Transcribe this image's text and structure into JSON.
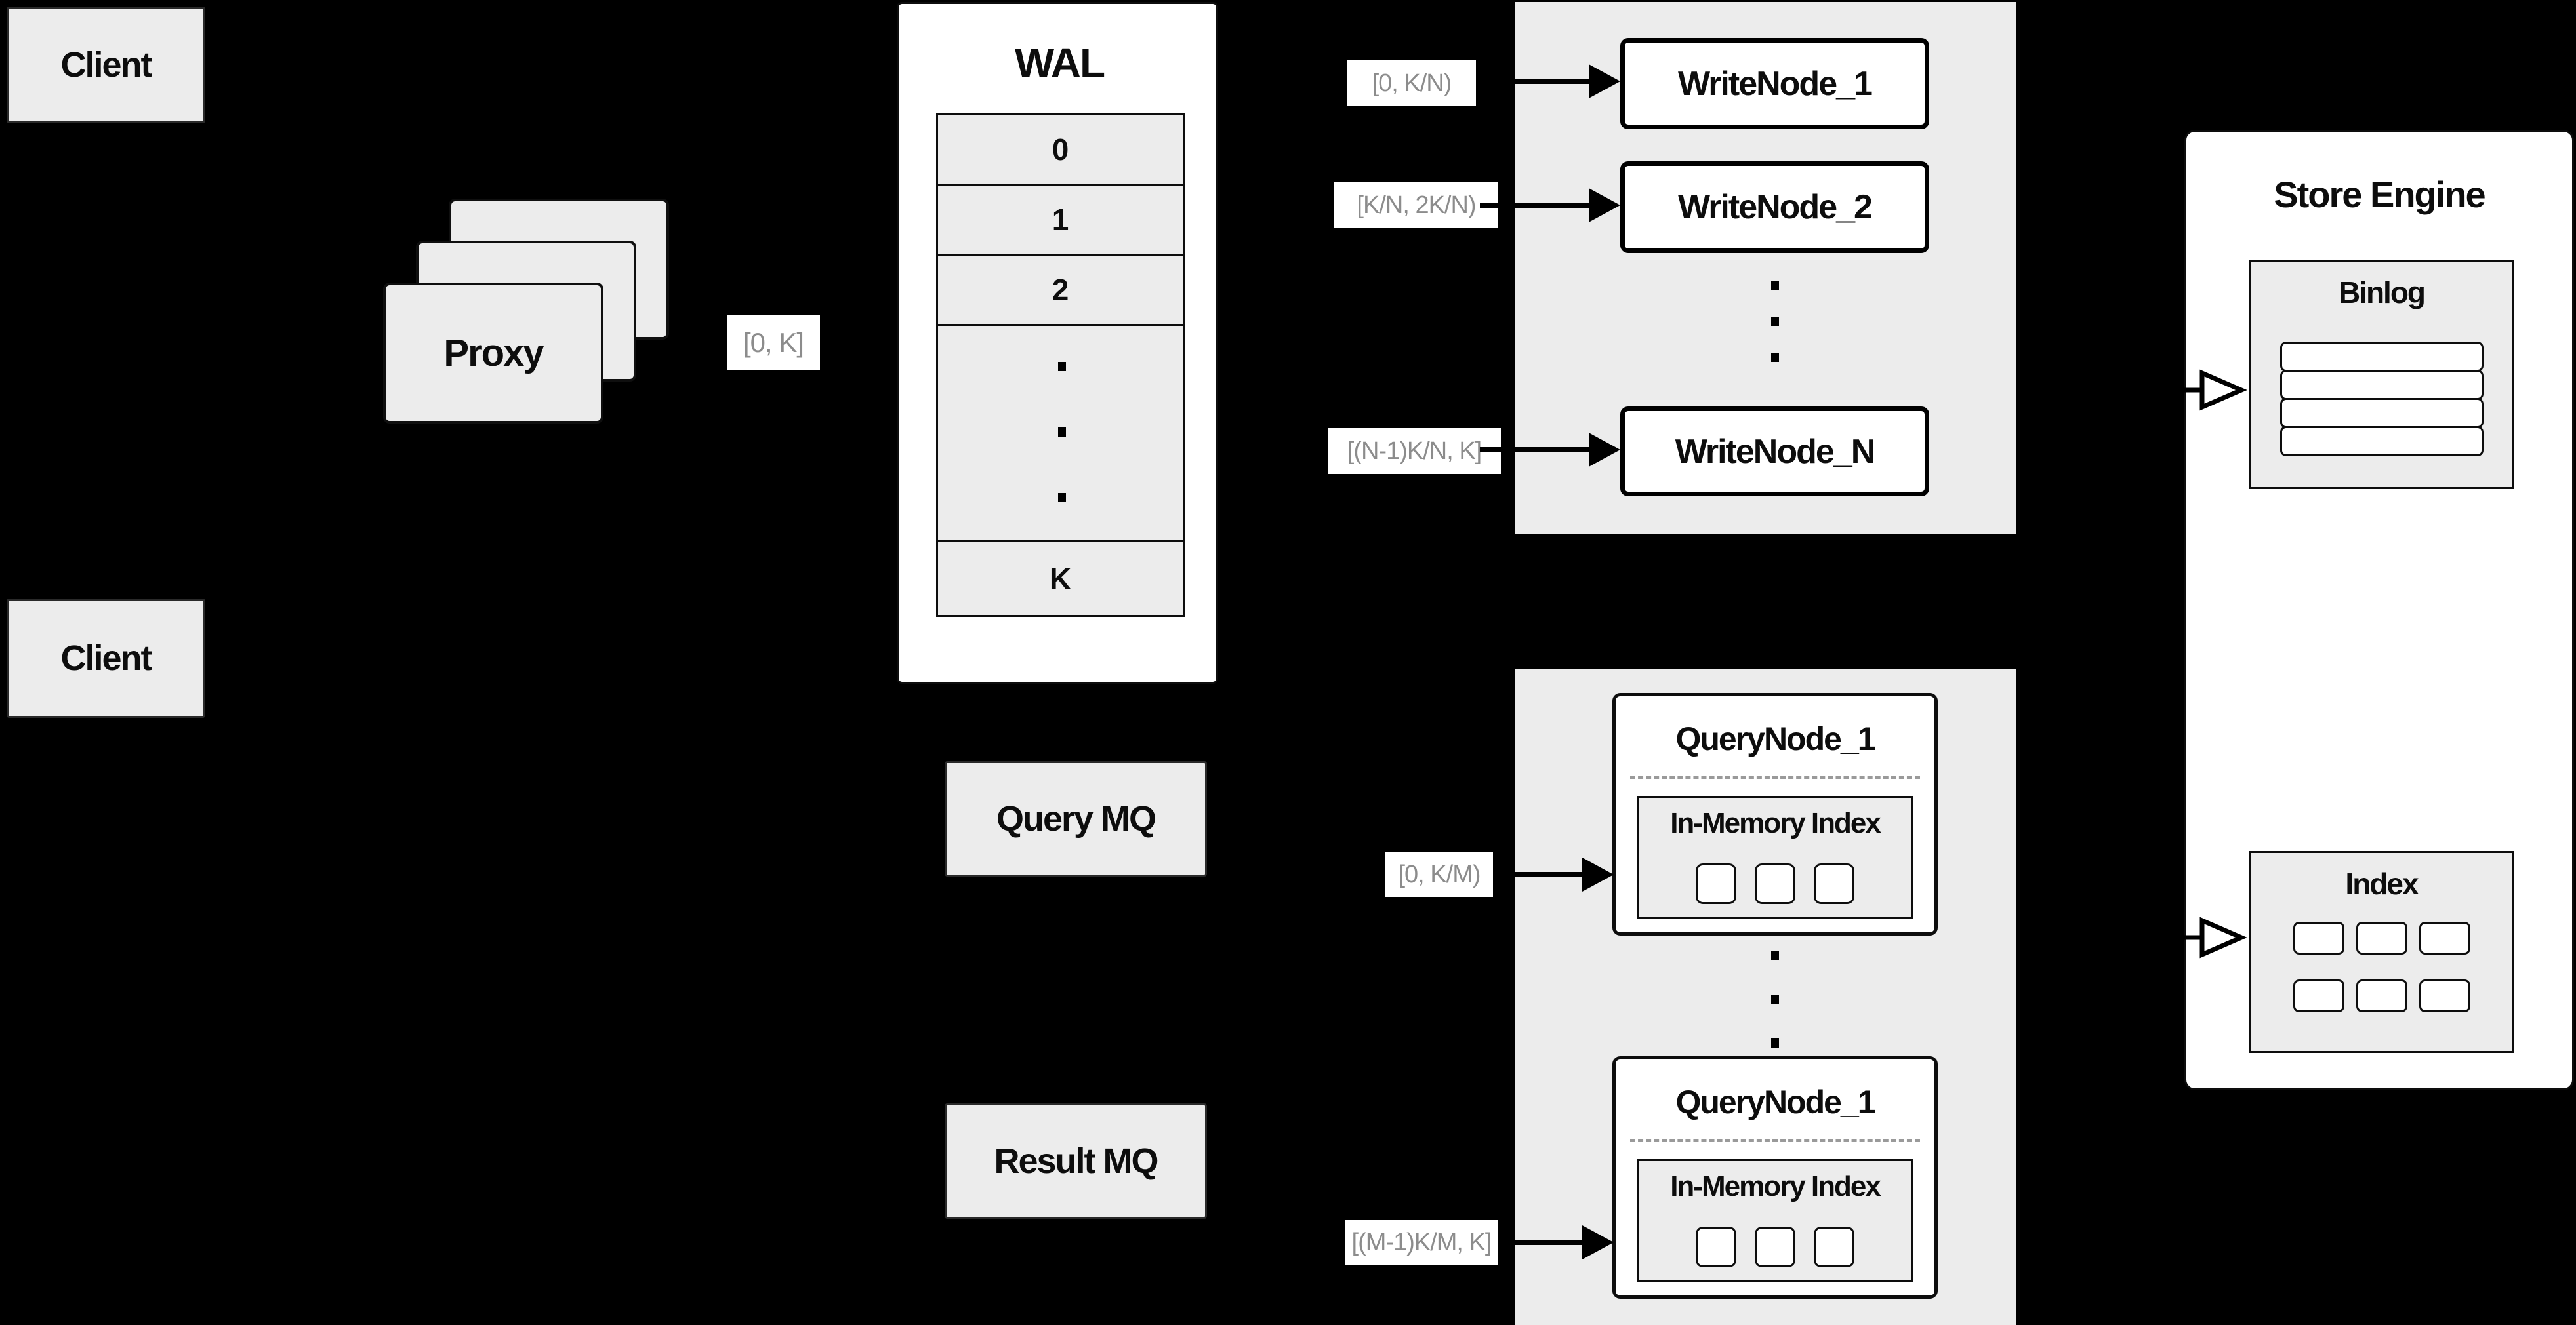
{
  "colors": {
    "background": "#000000",
    "panel_fill": "#ececec",
    "node_fill": "#ffffff",
    "line": "#000000",
    "range_text": "#8c8c8c"
  },
  "clients": {
    "top": "Client",
    "bottom": "Client"
  },
  "proxy": {
    "label": "Proxy",
    "range": "[0, K]"
  },
  "wal": {
    "title": "WAL",
    "row0": "0",
    "row1": "1",
    "row2": "2",
    "rowK": "K"
  },
  "write": {
    "node1": "WriteNode_1",
    "node2": "WriteNode_2",
    "nodeN": "WriteNode_N",
    "range1": "[0, K/N)",
    "range2": "[K/N, 2K/N)",
    "rangeN": "[(N-1)K/N, K]"
  },
  "mq": {
    "query": "Query MQ",
    "result": "Result MQ"
  },
  "query": {
    "top_title": "QueryNode_1",
    "bottom_title": "QueryNode_1",
    "inner_title": "In-Memory Index",
    "range_top": "[0, K/M)",
    "range_bottom": "[(M-1)K/M, K]"
  },
  "store": {
    "title": "Store Engine",
    "binlog": "Binlog",
    "index": "Index"
  }
}
